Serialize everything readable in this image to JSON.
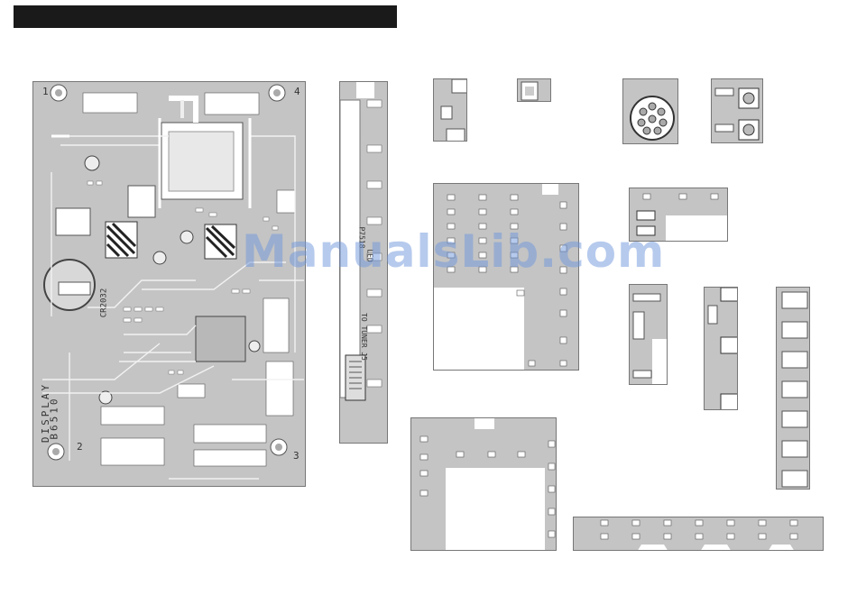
{
  "page": {
    "watermark": "ManualsLib.com"
  },
  "main_board": {
    "title_line1": "DISPLAY",
    "title_line2": "B6510",
    "corner_1": "1",
    "corner_2": "2",
    "corner_3": "3",
    "corner_4": "4",
    "battery_label": "CR2032"
  },
  "strip_board": {
    "label_a": "P7518",
    "label_b": "LED",
    "label_c": "TO TUNER J5"
  },
  "colors": {
    "board": "#c4c4c4",
    "trace": "#eeeeee",
    "pad": "#ffffff",
    "header": "#1a1a1a",
    "watermark": "#6e96dc"
  }
}
